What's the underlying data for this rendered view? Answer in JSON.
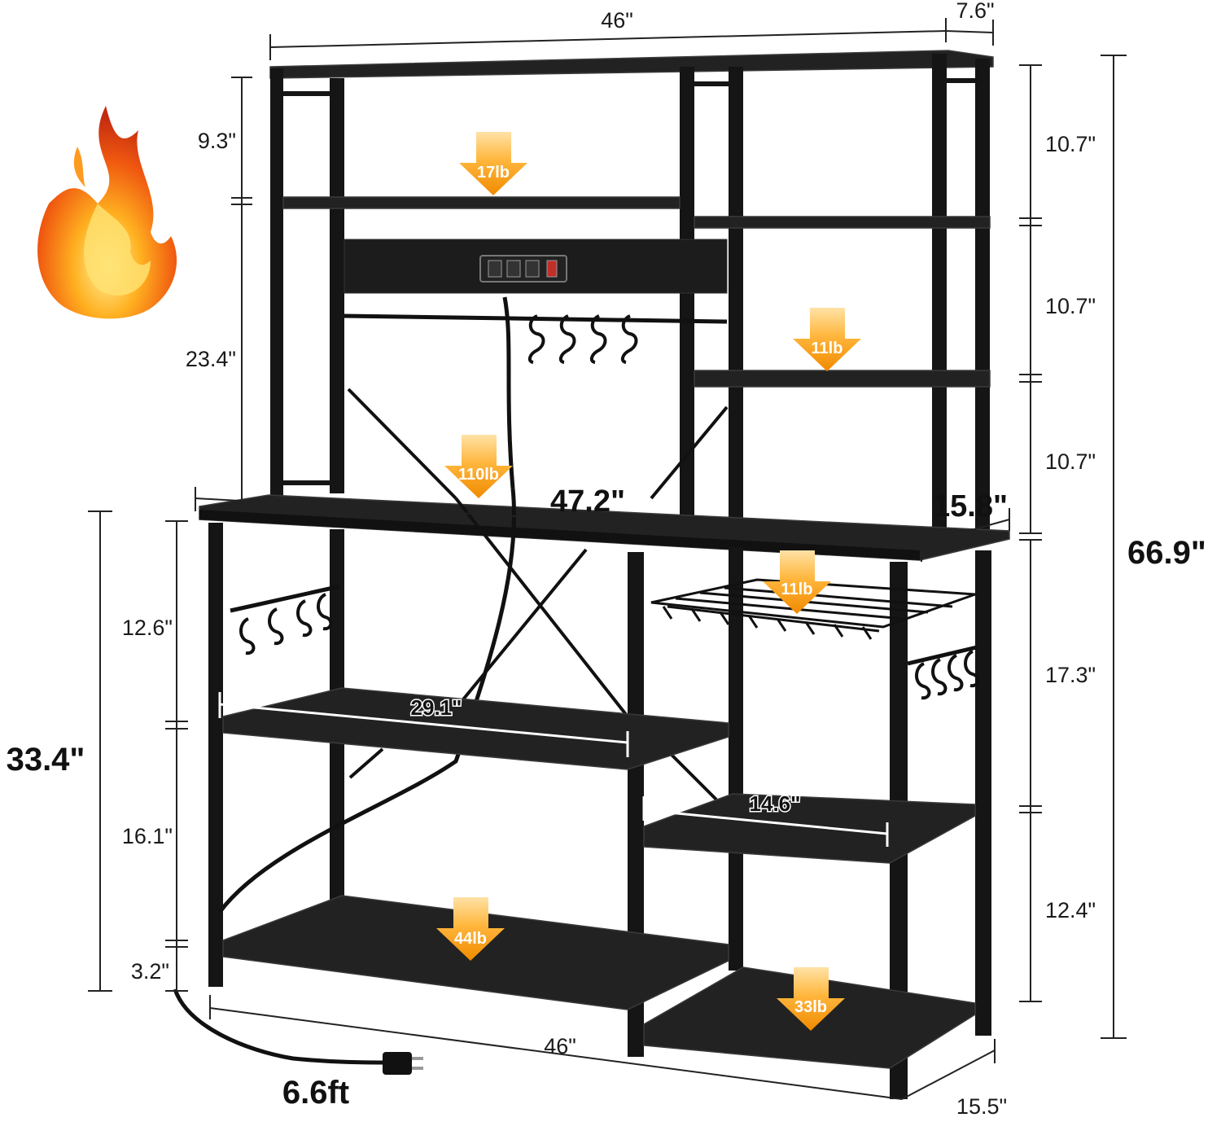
{
  "product": {
    "features": {
      "flame_icon": "flame-icon",
      "outlet_strip": "power-outlet-icon",
      "plug_icon": "plug-icon"
    },
    "colors": {
      "frame": "#1b1b1b",
      "arrow_top": "#ffd27a",
      "arrow_bottom": "#f08a00",
      "dimension_line": "#222222"
    }
  },
  "dimensions": {
    "hutch_width": "46\"",
    "hutch_depth": "7.6\"",
    "top_gap_left": "9.3\"",
    "middle_gap_left": "23.4\"",
    "right_gap_1": "10.7\"",
    "right_gap_2": "10.7\"",
    "right_gap_3": "10.7\"",
    "total_height": "66.9\"",
    "desk_width": "47.2\"",
    "desk_depth": "15.8\"",
    "lower_gap_1": "12.6\"",
    "lower_height": "33.4\"",
    "lower_gap_2": "16.1\"",
    "lower_gap_3": "3.2\"",
    "right_lower_gap_1": "17.3\"",
    "right_lower_gap_2": "12.4\"",
    "inner_shelf_width": "29.1\"",
    "small_shelf_width": "14.6\"",
    "base_width": "46\"",
    "base_depth": "15.5\"",
    "cord_length": "6.6ft"
  },
  "weights": {
    "top_shelf": "17lb",
    "right_upper_shelf": "11lb",
    "desk_top": "110lb",
    "wire_basket": "11lb",
    "bottom_left": "44lb",
    "bottom_right": "33lb"
  }
}
